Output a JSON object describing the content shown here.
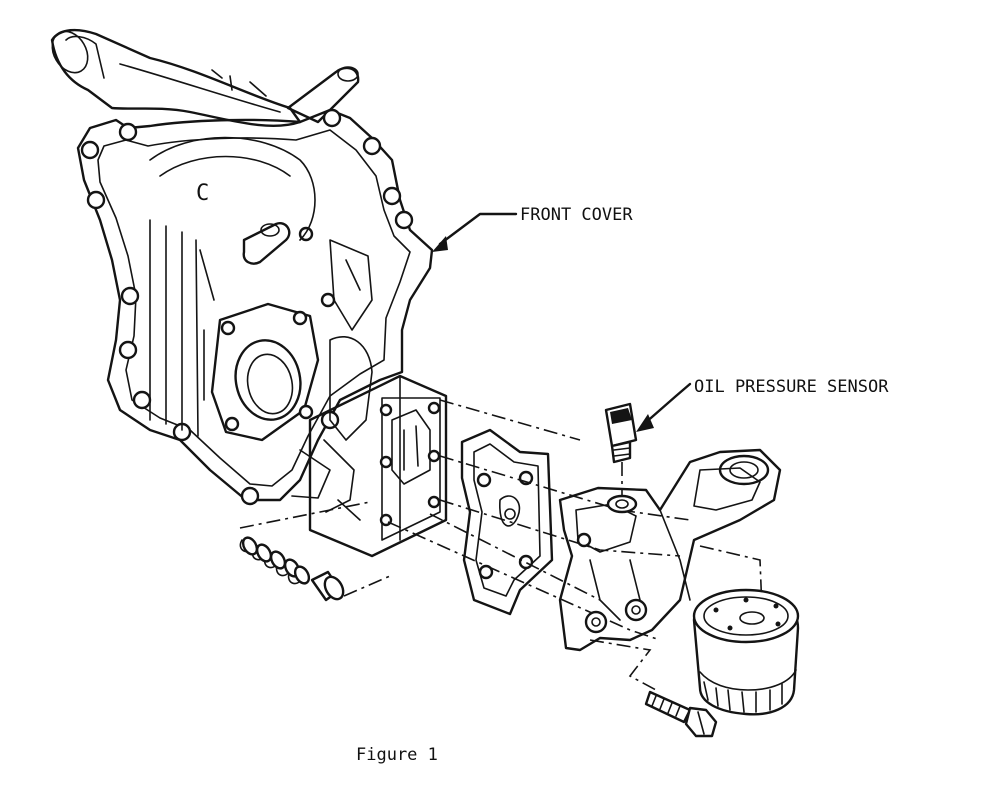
{
  "labels": {
    "front_cover": "FRONT COVER",
    "oil_pressure_sensor": "OIL PRESSURE SENSOR",
    "caption": "Figure 1"
  },
  "colors": {
    "ink": "#141414",
    "background": "#ffffff"
  }
}
